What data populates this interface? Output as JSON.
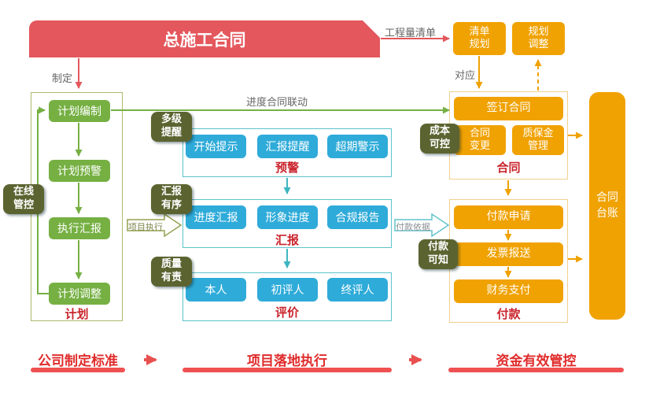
{
  "palette": {
    "banner_red": "#e4575c",
    "green": "#76b043",
    "olive_tag": "#5b6430",
    "blue": "#2fabd9",
    "teal": "#3db6c1",
    "orange": "#f0a202",
    "caption_red": "#c9232b",
    "bottom_red": "#e02b2b",
    "gray_label": "#666666"
  },
  "banner": {
    "title": "总施工合同"
  },
  "edge_labels": {
    "make": "制定",
    "boq": "工程量清单",
    "correspond": "对应",
    "linkage": "进度合同联动",
    "project_exec": "项目执行",
    "payment_basis": "付款依据"
  },
  "planning_boxes": {
    "list_plan": "清单\n规划",
    "plan_adjust": "规划\n调整"
  },
  "plan": {
    "side_tag": "在线\n管控",
    "items": [
      "计划编制",
      "计划预警",
      "执行汇报",
      "计划调整"
    ],
    "caption": "计划"
  },
  "warning": {
    "tag": "多级\n提醒",
    "items": [
      "开始提示",
      "汇报提醒",
      "超期警示"
    ],
    "caption": "预警"
  },
  "report": {
    "tag": "汇报\n有序",
    "items": [
      "进度汇报",
      "形象进度",
      "合规报告"
    ],
    "caption": "汇报"
  },
  "evaluate": {
    "tag": "质量\n有责",
    "items": [
      "本人",
      "初评人",
      "终评人"
    ],
    "caption": "评价"
  },
  "contract": {
    "tag": "成本\n可控",
    "sign": "签订合同",
    "items": [
      "合同\n变更",
      "质保金\n管理"
    ],
    "caption": "合同"
  },
  "payment": {
    "tag": "付款\n可知",
    "items": [
      "付款申请",
      "发票报送",
      "财务支付"
    ],
    "caption": "付款"
  },
  "ledger": {
    "label": "合同\n台账"
  },
  "bottom": {
    "steps": [
      "公司制定标准",
      "项目落地执行",
      "资金有效管控"
    ]
  }
}
